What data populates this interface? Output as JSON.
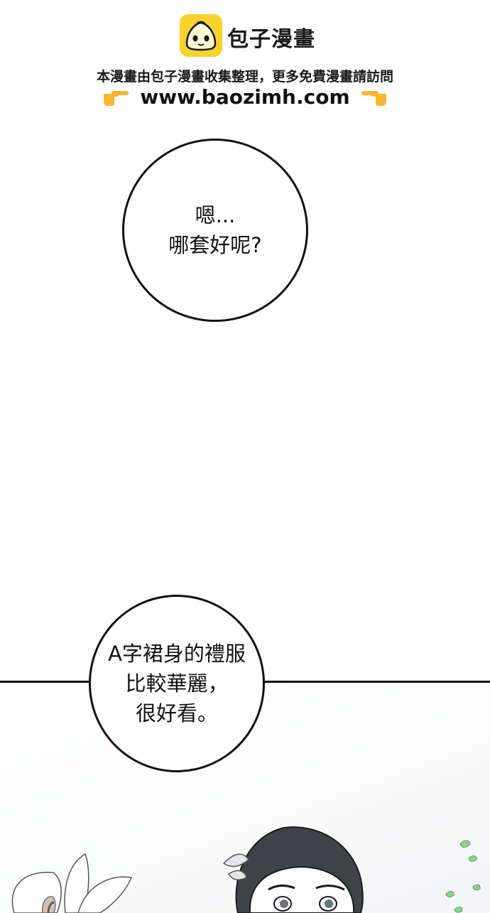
{
  "banner": {
    "brand": "包子漫畫",
    "notice": "本漫畫由包子漫畫收集整理，更多免費漫畫請訪問",
    "url": "www.baozimh.com",
    "logo_icon": "bun-mascot-icon",
    "hand_icon": "pointing-hand-icon",
    "logo_color": "#f6d32d"
  },
  "bubbles": [
    {
      "lines": [
        "嗯...",
        "哪套好呢?"
      ]
    },
    {
      "lines": [
        "A字裙身的禮服",
        "比較華麗，",
        "很好看。"
      ]
    }
  ],
  "art": {
    "left_icon": "lily-flower-icon",
    "center_icon": "woman-portrait-icon",
    "right_icon": "leaves-icon"
  }
}
